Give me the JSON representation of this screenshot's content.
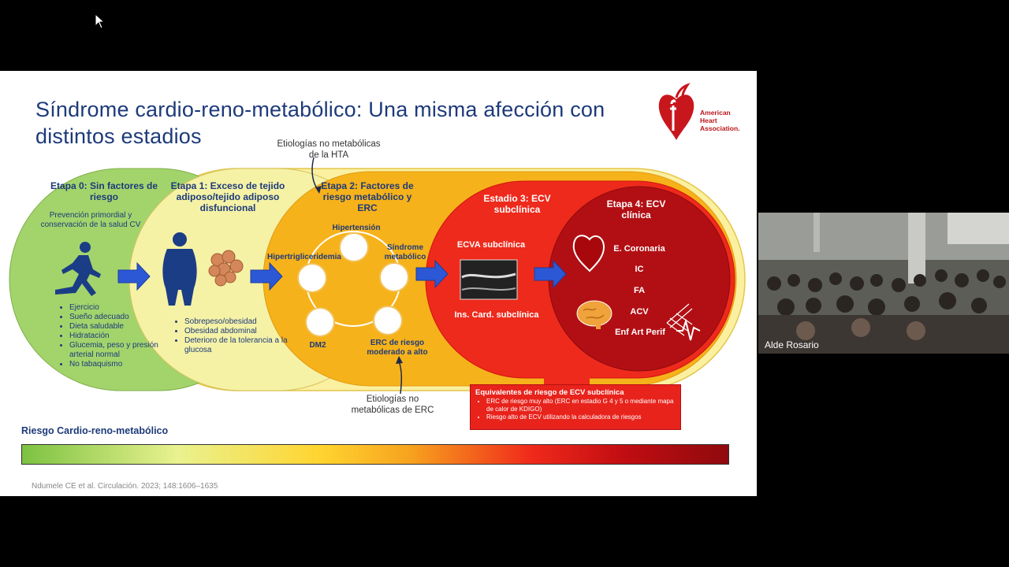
{
  "slide": {
    "title": "Síndrome cardio-reno-metabólico: Una misma afección con distintos estadios",
    "logo_text": "American Heart Association.",
    "risk_label": "Riesgo Cardio-reno-metabólico",
    "citation": "Ndumele CE et al. Circulación. 2023; 148:1606–1635",
    "annot_top": "Etiologías no metabólicas de la HTA",
    "annot_bottom": "Etiologías no metabólicas de ERC",
    "stage0": {
      "title": "Etapa 0: Sin factores de riesgo",
      "subtitle": "Prevención primordial y conservación de la salud CV",
      "items": [
        "Ejercicio",
        "Sueño adecuado",
        "Dieta saludable",
        "Hidratación",
        "Glucemia, peso y presión arterial normal",
        "No tabaquismo"
      ]
    },
    "stage1": {
      "title": "Etapa 1: Exceso de tejido adiposo/tejido adiposo disfuncional",
      "items": [
        "Sobrepeso/obesidad",
        "Obesidad abdominal",
        "Deterioro de la tolerancia a la glucosa"
      ]
    },
    "stage2": {
      "title": "Etapa 2: Factores de riesgo metabólico y ERC",
      "hipertension": "Hipertensión",
      "sindrome": "Síndrome metabólico",
      "erc": "ERC de riesgo moderado a alto",
      "dm2": "DM2",
      "hipertrig": "Hipertrigliceridemia"
    },
    "stage3": {
      "title": "Estadio 3: ECV subclínica",
      "ecva": "ECVA subclínica",
      "ins": "Ins. Card. subclínica"
    },
    "stage4": {
      "title": "Etapa 4: ECV clínica",
      "items": [
        "E. Coronaria",
        "IC",
        "FA",
        "ACV",
        "Enf Art Perif"
      ]
    },
    "equivalents": {
      "title": "Equivalentes de riesgo de ECV subclínica",
      "items": [
        "ERC de riesgo muy alto (ERC en estadio G 4 y 5 o mediante mapa de calor de KDIGO)",
        "Riesgo alto de ECV utilizando la calculadora de riesgos"
      ]
    }
  },
  "participant": {
    "name": "Alde Rosario"
  }
}
